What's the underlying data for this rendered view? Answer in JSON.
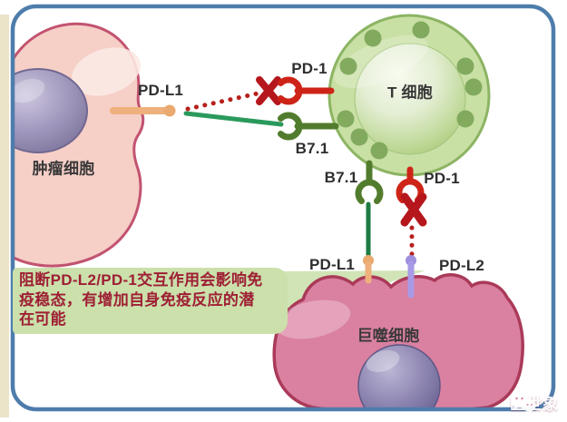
{
  "figure": {
    "cells": {
      "tumor": {
        "label": "肿瘤细胞"
      },
      "t_cell": {
        "label": "T 细胞"
      },
      "macrophage": {
        "label": "巨噬细胞"
      }
    },
    "receptor_labels": {
      "pdl1_tumor": "PD-L1",
      "pd1_top": "PD-1",
      "b71_top": "B7.1",
      "b71_bottom": "B7.1",
      "pd1_bottom": "PD-1",
      "pdl1_macrophage": "PD-L1",
      "pdl2_macrophage": "PD-L2"
    },
    "interactions": [
      {
        "from": "PD-L1 (肿瘤细胞)",
        "to": "PD-1 (T 细胞)",
        "status": "blocked"
      },
      {
        "from": "PD-L1 (肿瘤细胞)",
        "to": "B7.1 (T 细胞)",
        "status": "engaged"
      },
      {
        "from": "B7.1 (T 细胞)",
        "to": "PD-L1 (巨噬细胞)",
        "status": "engaged"
      },
      {
        "from": "PD-1 (T 细胞)",
        "to": "PD-L2 (巨噬细胞)",
        "status": "blocked"
      }
    ],
    "annotation": {
      "text": "阻断PD-L2/PD-1交互作用会影响免\n疫稳态，有增加自身免疫反应的潜\n在可能"
    },
    "watermark": {
      "text": "医世象"
    },
    "colors": {
      "frame_border": "#4e7dac",
      "left_margin": "#ebe4c9",
      "tumor_fill": "#f6cfc7",
      "tumor_stroke": "#c25370",
      "nucleus_purple": "#948cb4",
      "tcell_ring": "#c9e0a5",
      "tcell_stroke": "#8cb463",
      "macrophage_fill": "#da80a1",
      "macrophage_stroke": "#aa3a59",
      "red_receptor": "#ce2418",
      "green_receptor": "#527c2d",
      "green_line": "#2a9a5c",
      "orange_ligand": "#eeb07c",
      "purple_ligand": "#a89ae6",
      "annotation_bg": "#cbe0ab",
      "annotation_text": "#9e1f34"
    }
  }
}
